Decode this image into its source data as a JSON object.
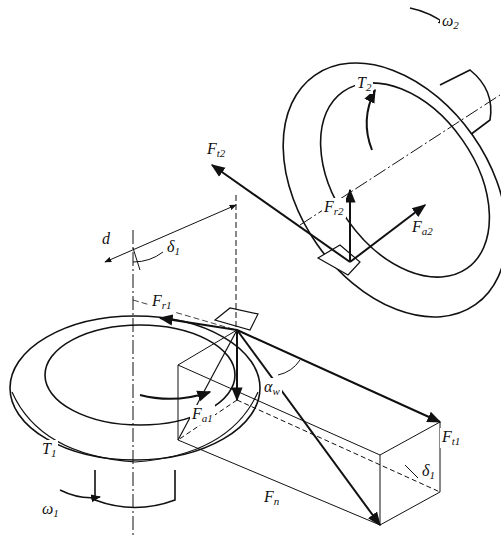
{
  "diagram": {
    "labels": [
      "ω2",
      "T2",
      "Ft2",
      "Fr2",
      "Fa2",
      "d",
      "δ1",
      "Fr1",
      "Fa1",
      "αw",
      "Ft1",
      "Fn",
      "δ1",
      "T1",
      "ω1"
    ]
  }
}
